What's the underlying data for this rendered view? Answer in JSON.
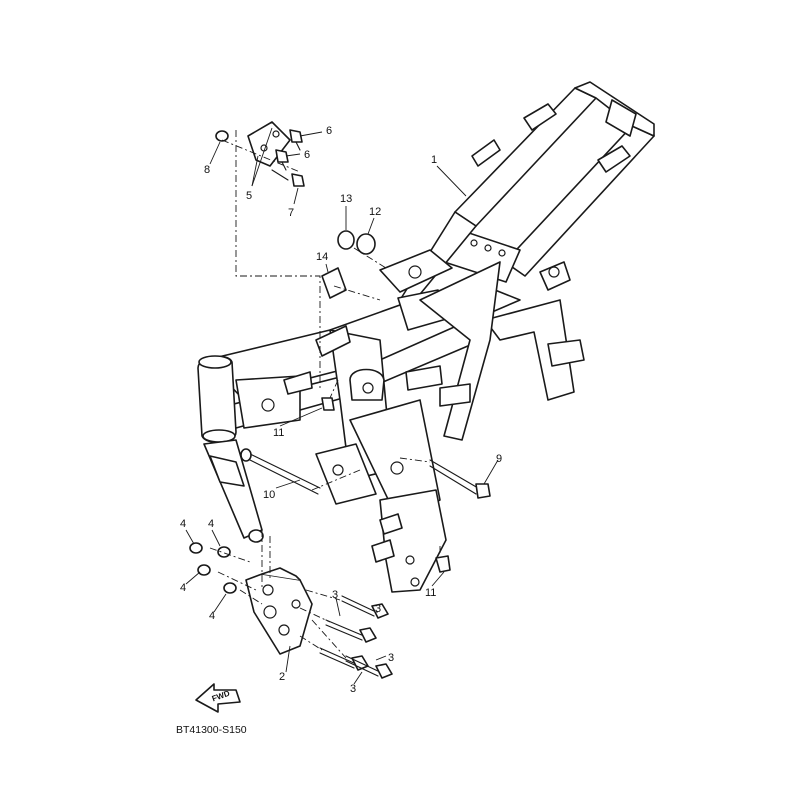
{
  "diagram": {
    "code": "BT41300-S150",
    "fwd_label": "FWD",
    "callouts": {
      "c1": "1",
      "c2": "2",
      "c3a": "3",
      "c3b": "3",
      "c3c": "3",
      "c3d": "3",
      "c4a": "4",
      "c4b": "4",
      "c4c": "4",
      "c4d": "4",
      "c5": "5",
      "c6a": "6",
      "c6b": "6",
      "c7": "7",
      "c8": "8",
      "c9": "9",
      "c10": "10",
      "c11a": "11",
      "c11b": "11",
      "c12": "12",
      "c13": "13",
      "c14": "14"
    }
  }
}
